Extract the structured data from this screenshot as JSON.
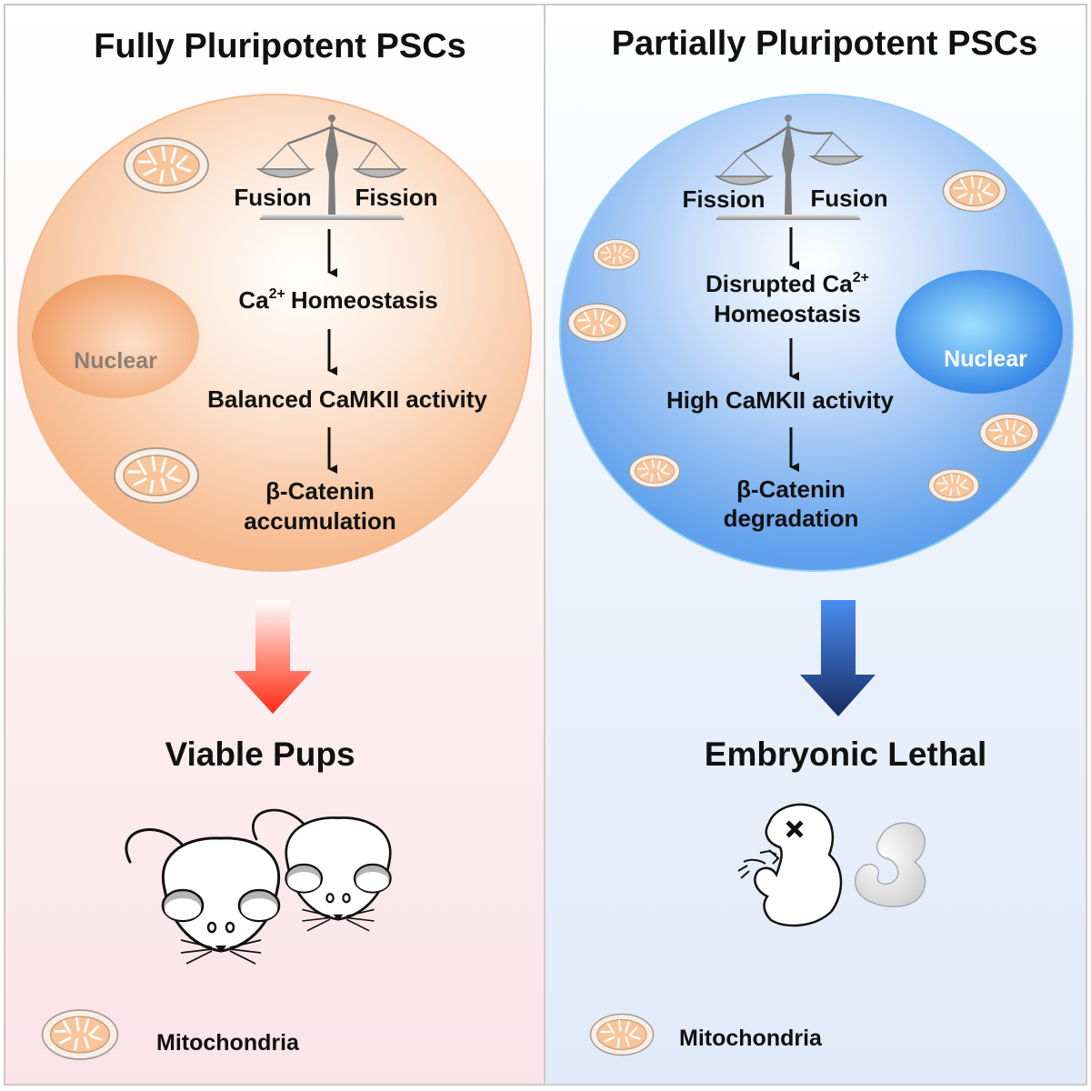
{
  "left": {
    "title": "Fully Pluripotent PSCs",
    "scale_left": "Fusion",
    "scale_right": "Fission",
    "nucleus": "Nuclear",
    "step1_main": "Homeostasis",
    "step1_prefix": "Ca",
    "step1_sup": "2+",
    "step2": "Balanced CaMKII activity",
    "step3_line1": "β-Catenin",
    "step3_line2": "accumulation",
    "outcome": "Viable Pups",
    "legend": "Mitochondria"
  },
  "right": {
    "title": "Partially Pluripotent PSCs",
    "scale_left": "Fission",
    "scale_right": "Fusion",
    "nucleus": "Nuclear",
    "step1_line1": "Disrupted Ca",
    "step1_sup": "2+",
    "step1_line2": "Homeostasis",
    "step2": "High CaMKII activity",
    "step3_line1": "β-Catenin",
    "step3_line2": "degradation",
    "outcome": "Embryonic Lethal",
    "legend": "Mitochondria"
  },
  "colors": {
    "left_cell": "#f8c9a3",
    "right_cell": "#7fb4ef",
    "red_arrow": "#ff2a12",
    "blue_arrow": "#1b3f8f"
  }
}
